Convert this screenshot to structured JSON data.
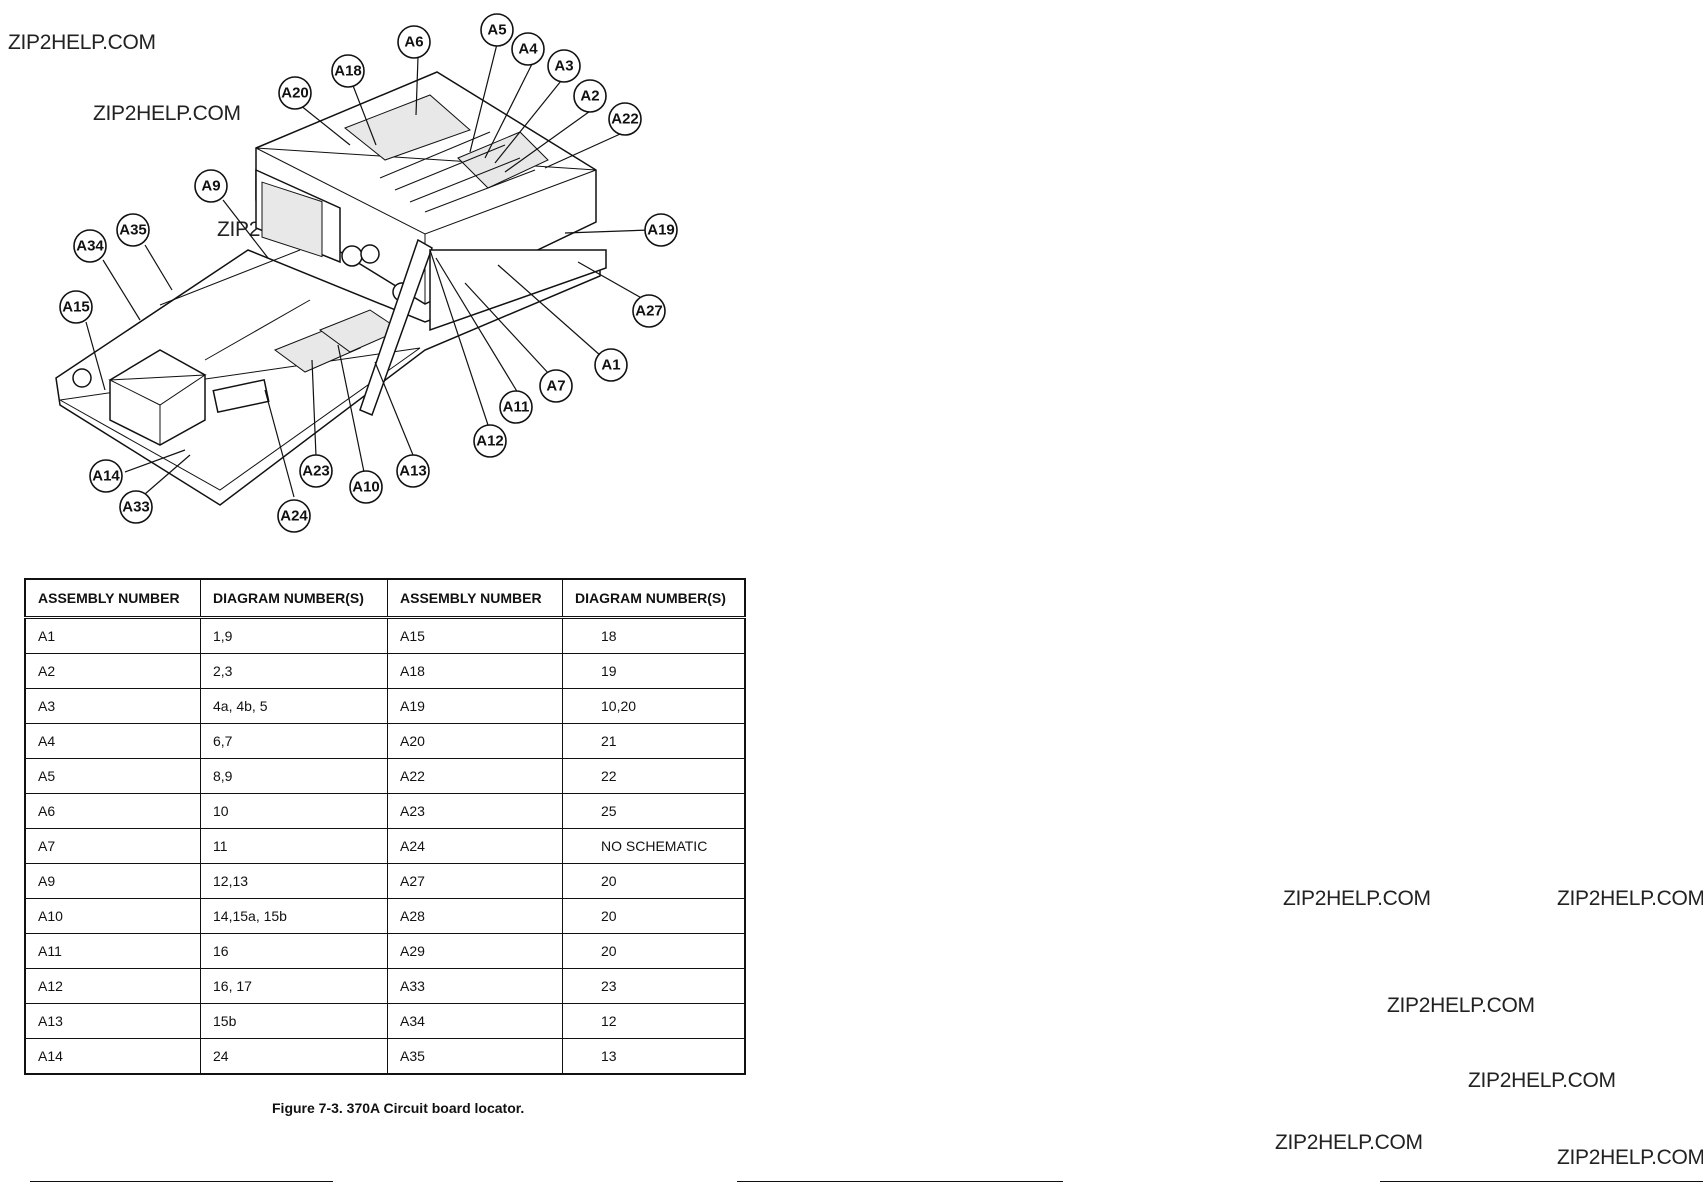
{
  "watermarks": [
    "ZIP2HELP.COM",
    "ZIP2HELP.COM",
    "ZIP2HELP.COM",
    "ZIP2HELP.COM",
    "ZIP2HELP.COM",
    "ZIP2HELP.COM",
    "ZIP2HELP.COM",
    "ZIP2HELP.COM",
    "ZIP2HELP.COM"
  ],
  "callouts": [
    "A5",
    "A6",
    "A4",
    "A3",
    "A18",
    "A20",
    "A2",
    "A22",
    "A9",
    "A19",
    "A35",
    "A34",
    "A15",
    "A27",
    "A1",
    "A7",
    "A11",
    "A12",
    "A13",
    "A14",
    "A10",
    "A23",
    "A33",
    "A24"
  ],
  "table": {
    "headers": [
      "ASSEMBLY NUMBER",
      "DIAGRAM NUMBER(S)",
      "ASSEMBLY NUMBER",
      "DIAGRAM NUMBER(S)"
    ],
    "rows": [
      [
        "A1",
        "1,9",
        "A15",
        "18"
      ],
      [
        "A2",
        "2,3",
        "A18",
        "19"
      ],
      [
        "A3",
        "4a, 4b, 5",
        "A19",
        "10,20"
      ],
      [
        "A4",
        "6,7",
        "A20",
        "21"
      ],
      [
        "A5",
        "8,9",
        "A22",
        "22"
      ],
      [
        "A6",
        "10",
        "A23",
        "25"
      ],
      [
        "A7",
        "11",
        "A24",
        "NO SCHEMATIC"
      ],
      [
        "A9",
        "12,13",
        "A27",
        "20"
      ],
      [
        "A10",
        "14,15a, 15b",
        "A28",
        "20"
      ],
      [
        "A11",
        "16",
        "A29",
        "20"
      ],
      [
        "A12",
        "16, 17",
        "A33",
        "23"
      ],
      [
        "A13",
        "15b",
        "A34",
        "12"
      ],
      [
        "A14",
        "24",
        "A35",
        "13"
      ]
    ]
  },
  "caption": "Figure 7-3. 370A Circuit board locator."
}
